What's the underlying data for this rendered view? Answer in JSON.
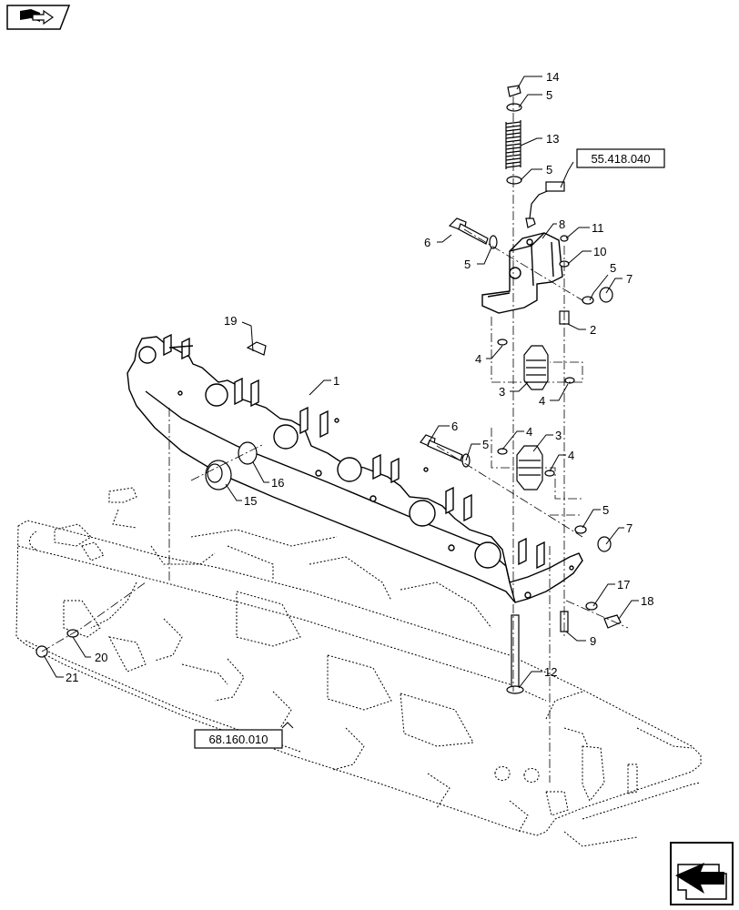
{
  "header": {
    "icon": "book-arrow-icon"
  },
  "footer": {
    "icon": "navigation-arrow-icon"
  },
  "references": [
    {
      "id": "ref-55418040",
      "text": "55.418.040"
    },
    {
      "id": "ref-68160010",
      "text": "68.160.010"
    }
  ],
  "callouts": [
    {
      "id": "c14",
      "text": "14"
    },
    {
      "id": "c5a",
      "text": "5"
    },
    {
      "id": "c13",
      "text": "13"
    },
    {
      "id": "c5b",
      "text": "5"
    },
    {
      "id": "c8",
      "text": "8"
    },
    {
      "id": "c11",
      "text": "11"
    },
    {
      "id": "c10",
      "text": "10"
    },
    {
      "id": "c6a",
      "text": "6"
    },
    {
      "id": "c5c",
      "text": "5"
    },
    {
      "id": "c5d",
      "text": "5"
    },
    {
      "id": "c7a",
      "text": "7"
    },
    {
      "id": "c2",
      "text": "2"
    },
    {
      "id": "c19",
      "text": "19"
    },
    {
      "id": "c1",
      "text": "1"
    },
    {
      "id": "c4a",
      "text": "4"
    },
    {
      "id": "c3a",
      "text": "3"
    },
    {
      "id": "c4b",
      "text": "4"
    },
    {
      "id": "c6b",
      "text": "6"
    },
    {
      "id": "c5e",
      "text": "5"
    },
    {
      "id": "c4c",
      "text": "4"
    },
    {
      "id": "c3b",
      "text": "3"
    },
    {
      "id": "c4d",
      "text": "4"
    },
    {
      "id": "c16",
      "text": "16"
    },
    {
      "id": "c15",
      "text": "15"
    },
    {
      "id": "c5f",
      "text": "5"
    },
    {
      "id": "c7b",
      "text": "7"
    },
    {
      "id": "c17",
      "text": "17"
    },
    {
      "id": "c18",
      "text": "18"
    },
    {
      "id": "c9",
      "text": "9"
    },
    {
      "id": "c12",
      "text": "12"
    },
    {
      "id": "c20",
      "text": "20"
    },
    {
      "id": "c21",
      "text": "21"
    }
  ]
}
